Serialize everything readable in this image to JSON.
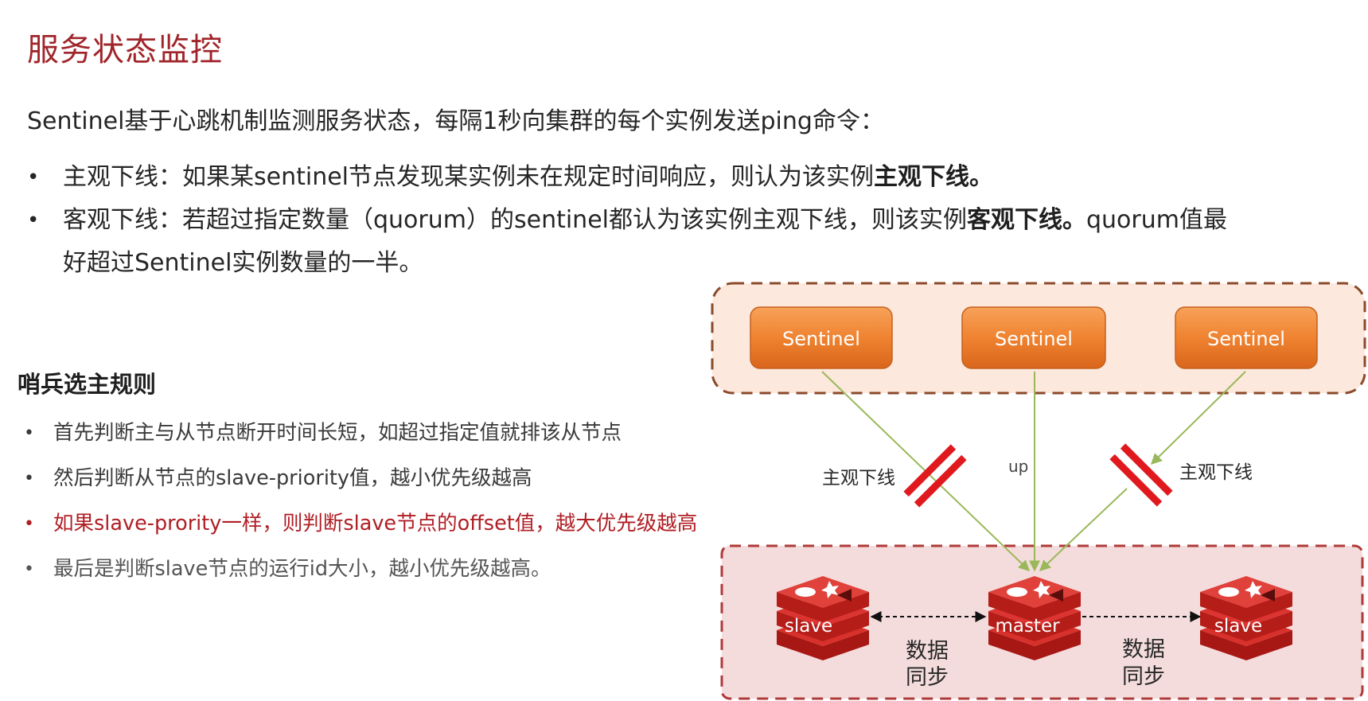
{
  "title": "服务状态监控",
  "intro": {
    "text": "Sentinel基于心跳机制监测服务状态，每隔1秒向集群的每个实例发送ping命令：",
    "bullets": [
      {
        "prefix": "主观下线：如果某sentinel节点发现某实例未在规定时间响应，则认为该实例",
        "bold": "主观下线。",
        "suffix": ""
      },
      {
        "prefix": "客观下线：若超过指定数量（quorum）的sentinel都认为该实例主观下线，则该实例",
        "bold": "客观下线。",
        "suffix": "quorum值最好超过Sentinel实例数量的一半。"
      }
    ]
  },
  "rules": {
    "title": "哨兵选主规则",
    "items": [
      "首先判断主与从节点断开时间长短，如超过指定值就排该从节点",
      "然后判断从节点的slave-priority值，越小优先级越高",
      "如果slave-prority一样，则判断slave节点的offset值，越大优先级越高",
      "最后是判断slave节点的运行id大小，越小优先级越高。"
    ]
  },
  "diagram": {
    "sentinels": [
      "Sentinel",
      "Sentinel",
      "Sentinel"
    ],
    "nodes": [
      "slave",
      "master",
      "slave"
    ],
    "labels": {
      "left_offline": "主观下线",
      "middle": "up",
      "right_offline": "主观下线",
      "sync_left_1": "数据",
      "sync_left_2": "同步",
      "sync_right_1": "数据",
      "sync_right_2": "同步"
    },
    "colors": {
      "sentinel_orange": "#ed7d31",
      "sentinel_region_fill": "#fce8dc",
      "sentinel_region_border": "#8b4a2b",
      "redis_region_fill": "#f4dcdc",
      "redis_region_border": "#b03a3a",
      "redis_red": "#c8221e",
      "line_green": "#9ab85a",
      "cut_red": "#e0191e"
    },
    "icons": [
      "redis-stack-icon",
      "broken-link-icon"
    ]
  }
}
